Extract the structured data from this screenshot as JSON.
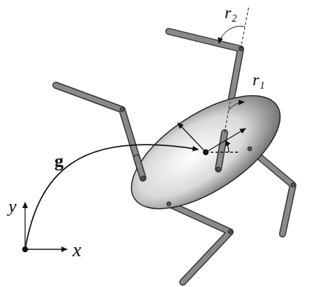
{
  "diagram": {
    "labels": [
      "r₂",
      "r₁",
      "g",
      "y",
      "x"
    ]
  }
}
